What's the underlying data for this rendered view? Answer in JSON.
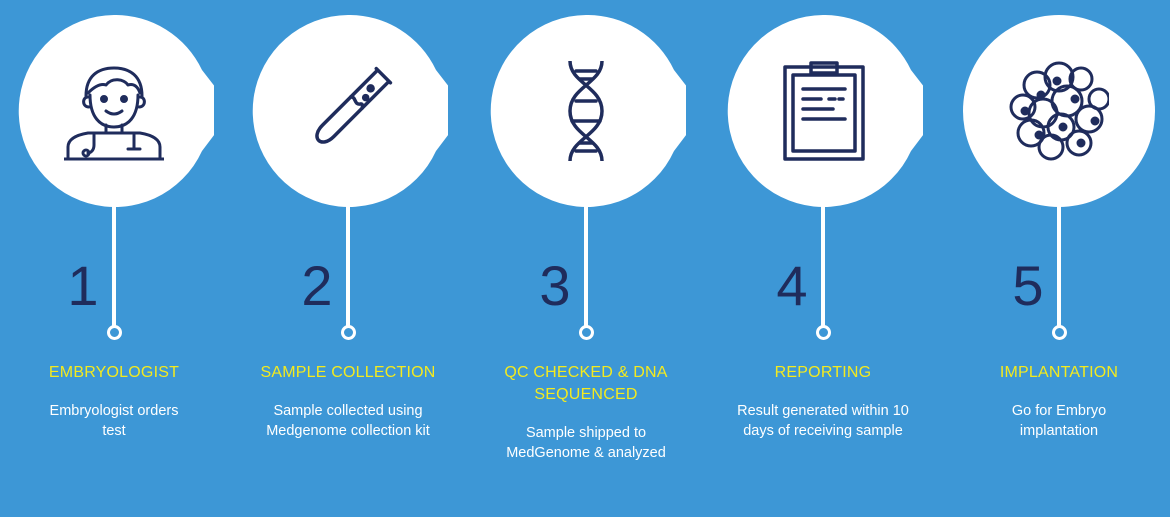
{
  "colors": {
    "background": "#3d97d6",
    "circle": "#ffffff",
    "number": "#1f2c5c",
    "title": "#f4ea1e",
    "description": "#ffffff",
    "icon_stroke": "#1f2c5c"
  },
  "steps": [
    {
      "number": "1",
      "title": "EMBRYOLOGIST",
      "description": "Embryologist orders test",
      "icon": "doctor-icon"
    },
    {
      "number": "2",
      "title": "SAMPLE COLLECTION",
      "description": "Sample collected using Medgenome collection kit",
      "icon": "test-tube-icon"
    },
    {
      "number": "3",
      "title": "QC CHECKED & DNA SEQUENCED",
      "description": "Sample shipped to MedGenome & analyzed",
      "icon": "dna-icon"
    },
    {
      "number": "4",
      "title": "REPORTING",
      "description": "Result generated within 10 days of receiving sample",
      "icon": "clipboard-icon"
    },
    {
      "number": "5",
      "title": "IMPLANTATION",
      "description": "Go for Embryo implantation",
      "icon": "embryo-cells-icon"
    }
  ]
}
